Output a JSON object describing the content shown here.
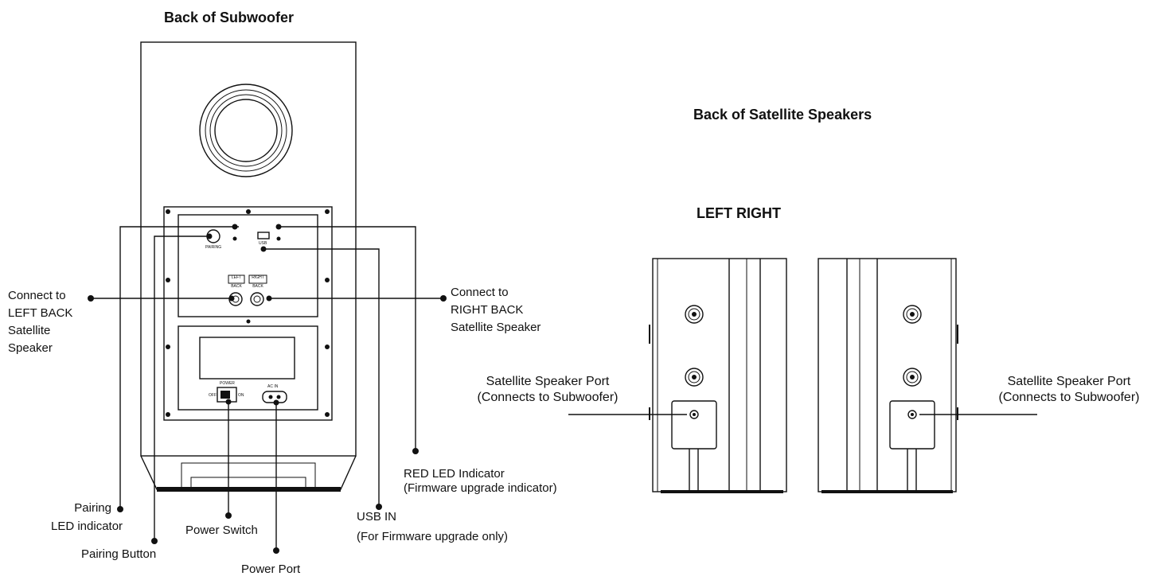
{
  "subwoofer": {
    "title": "Back of Subwoofer",
    "panel": {
      "pairing_small": "PAIRING",
      "usb_small": "USB",
      "left_back_small": [
        "LEFT",
        "BACK"
      ],
      "right_back_small": [
        "RIGHT",
        "BACK"
      ],
      "power_small": "POWER",
      "ac_small": "AC IN",
      "on_small": "ON",
      "off_small": "OFF"
    },
    "callouts": {
      "left_back": [
        "Connect to",
        "LEFT BACK",
        "Satellite",
        "Speaker"
      ],
      "right_back": [
        "Connect to",
        "RIGHT BACK",
        "Satellite Speaker"
      ],
      "pairing_led": [
        "Pairing",
        "LED indicator"
      ],
      "pairing_button": "Pairing Button",
      "power_switch": "Power Switch",
      "power_port": "Power Port",
      "usb_in": [
        "USB IN",
        "(For Firmware upgrade only)"
      ],
      "red_led": [
        "RED LED Indicator",
        "(Firmware upgrade indicator)"
      ]
    }
  },
  "satellites": {
    "title": "Back of Satellite Speakers",
    "sides": "LEFT RIGHT",
    "left_port": [
      "Satellite Speaker Port",
      "(Connects to Subwoofer)"
    ],
    "right_port": [
      "Satellite Speaker Port",
      "(Connects to Subwoofer)"
    ]
  }
}
